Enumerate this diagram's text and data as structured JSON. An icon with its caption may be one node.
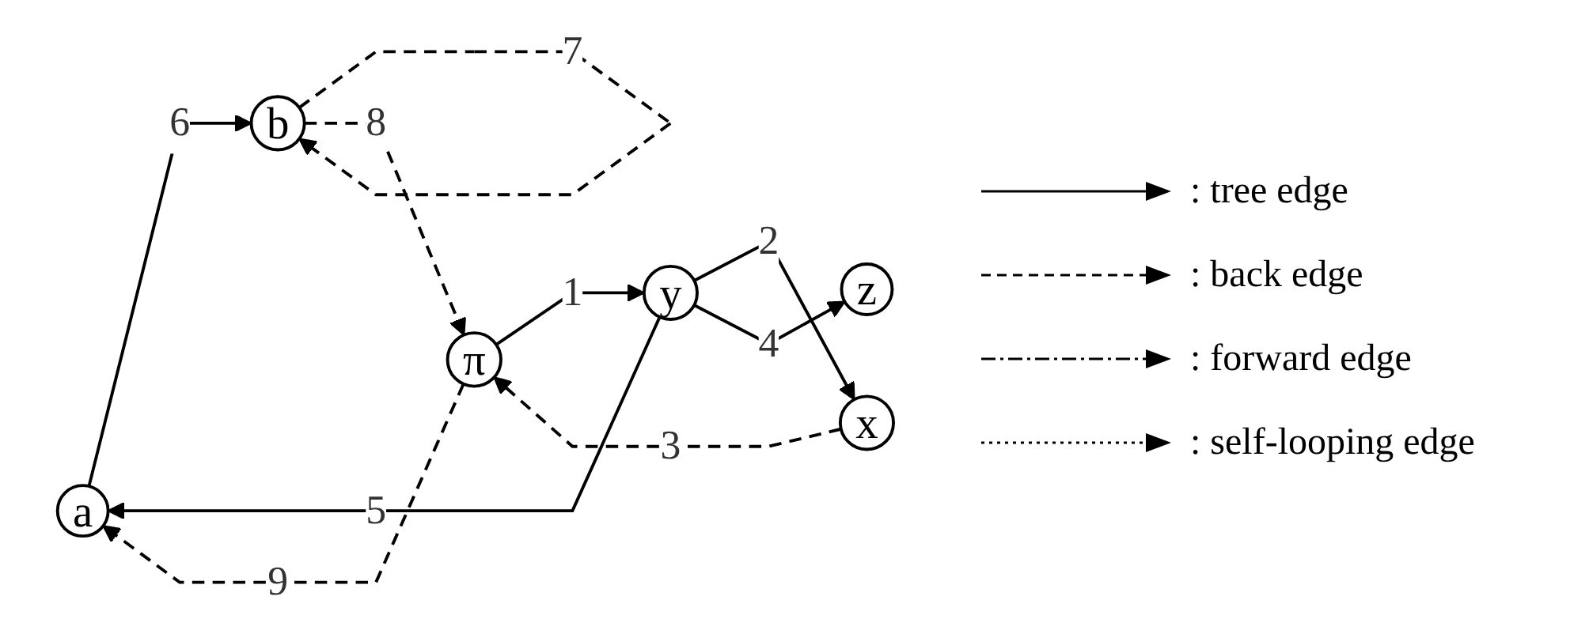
{
  "diagram": {
    "nodes": [
      {
        "text": [
          "a"
        ]
      },
      {
        "text": [
          "b"
        ]
      },
      {
        "text": [
          "π"
        ]
      },
      {
        "text": [
          "y"
        ]
      },
      {
        "text": [
          "z"
        ]
      },
      {
        "text": [
          "x"
        ]
      }
    ],
    "edges": [
      {
        "from": 2,
        "to": 3,
        "arrow": "to",
        "label": "1"
      },
      {
        "from": 3,
        "to": 5,
        "arrow": "to",
        "label": "2"
      },
      {
        "from": 5,
        "to": 2,
        "arrow": "to",
        "label": "3",
        "style": "dashed"
      },
      {
        "from": 3,
        "to": 4,
        "arrow": "to",
        "label": "4"
      },
      {
        "from": 3,
        "to": 0,
        "arrow": "to",
        "label": "5"
      },
      {
        "from": 0,
        "to": 1,
        "arrow": "to",
        "label": "6"
      },
      {
        "from": 1,
        "to": 1,
        "arrow": "to",
        "label": "7",
        "style": "dashed"
      },
      {
        "from": 1,
        "to": 2,
        "arrow": "to",
        "label": "8",
        "style": "dashed"
      },
      {
        "from": 2,
        "to": 0,
        "arrow": "to",
        "label": "9",
        "style": "dashed"
      }
    ],
    "legend": [
      {
        "text": ": tree edge"
      },
      {
        "text": ": back edge"
      },
      {
        "text": ": forward edge"
      },
      {
        "text": ": self-looping edge"
      }
    ]
  }
}
